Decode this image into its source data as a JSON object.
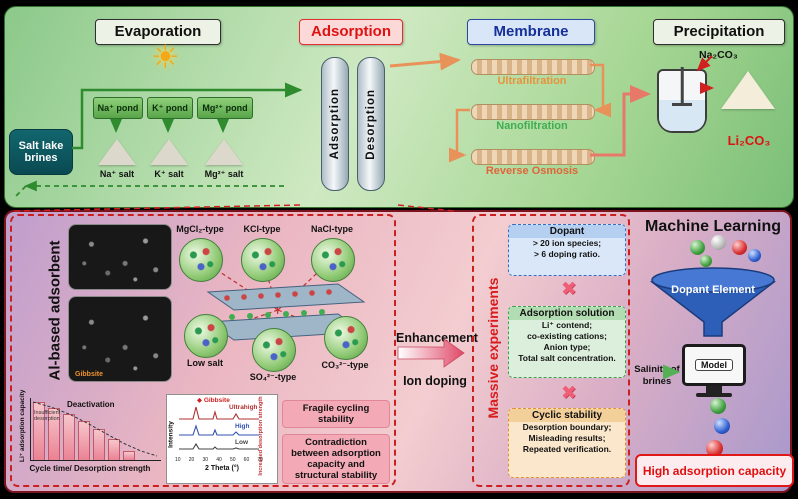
{
  "icons": {
    "sun": "☀",
    "x_mark": "✖",
    "legend_diamond": "◆"
  },
  "top": {
    "brines_label": "Salt lake brines",
    "evaporation": {
      "title": "Evaporation",
      "ponds": [
        "Na⁺ pond",
        "K⁺ pond",
        "Mg²⁺ pond"
      ],
      "salts": [
        "Na⁺ salt",
        "K⁺ salt",
        "Mg²⁺ salt"
      ]
    },
    "adsorption": {
      "title": "Adsorption",
      "column_left": "Adsorption",
      "column_right": "Desorption"
    },
    "membrane": {
      "title": "Membrane",
      "stages": [
        "Ultrafiltration",
        "Nanofiltration",
        "Reverse Osmosis"
      ]
    },
    "precipitation": {
      "title": "Precipitation",
      "reagent": "Na₂CO₃",
      "product": "Li₂CO₃"
    }
  },
  "bottom": {
    "adsorbent": {
      "side_label": "Al-based adsorbent",
      "sem_label": "Gibbsite",
      "structure_labels": [
        "KCl-type",
        "NaCl-type",
        "MgCl₂-type",
        "Low salt",
        "SO₄²⁻-type",
        "CO₃²⁻-type"
      ],
      "bar_chart": {
        "type": "bar",
        "ylabel": "Li⁺ adsorption capacity",
        "xlabel": "Cycle time/ Desorption strength",
        "annotation": "Deactivation",
        "annotation_small": "Insufficient desorption",
        "bar_heights": [
          58,
          52,
          46,
          39,
          31,
          21,
          9
        ]
      },
      "xrd": {
        "ylabel": "Intensity",
        "xlabel": "2 Theta (°)",
        "legend": "Gibbsite",
        "curves": [
          "Ultrahigh",
          "High",
          "Low"
        ],
        "side_note": "Increased desorption strength",
        "x_ticks": [
          "10",
          "20",
          "30",
          "40",
          "50",
          "60",
          "70"
        ]
      },
      "issue1": "Fragile cycling stability",
      "issue2": "Contradiction between adsorption capacity and structural stability"
    },
    "enhancement": {
      "label": "Enhancement",
      "method": "Ion doping"
    },
    "experiments": {
      "side_label": "Massive experiments",
      "dopant": {
        "title": "Dopant",
        "line1": "> 20 ion species;",
        "line2": "> 6 doping ratio."
      },
      "solution": {
        "title": "Adsorption solution",
        "line1": "Li⁺ contend;",
        "line2": "co-existing cations;",
        "line3": "Anion type;",
        "line4": "Total salt concentration."
      },
      "cyclic": {
        "title": "Cyclic stability",
        "line1": "Desorption boundary;",
        "line2": "Misleading results;",
        "line3": "Repeated verification."
      }
    },
    "ml": {
      "title": "Machine Learning",
      "funnel_label": "Dopant Element",
      "model_label": "Model",
      "input_line1": "Salinity of",
      "input_line2": "brines",
      "result": "High adsorption capacity"
    }
  }
}
